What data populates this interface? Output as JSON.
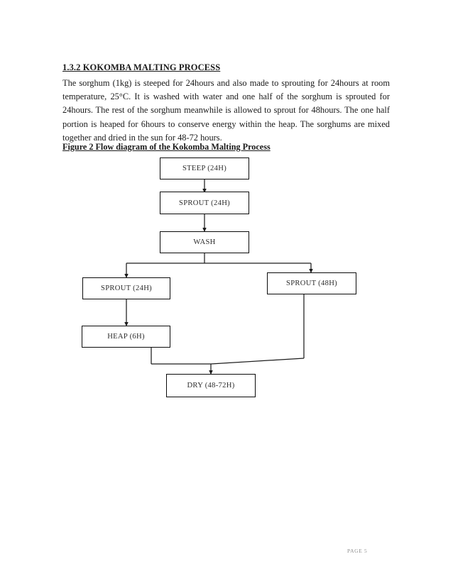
{
  "document": {
    "heading": "1.3.2 KOKOMBA MALTING PROCESS",
    "paragraph": "The sorghum (1kg) is steeped for 24hours and also made to sprouting for 24hours at room temperature, 25°C. It is washed with water and one half of the sorghum is sprouted for 24hours. The rest of the sorghum meanwhile is allowed to sprout for 48hours. The one half portion is heaped for 6hours to conserve energy within the heap. The sorghums are mixed together and dried in the sun for 48-72 hours.",
    "figure_caption": "Figure 2 Flow diagram of the Kokomba Malting Process",
    "footer": "PAGE 5"
  },
  "figure": {
    "nodes": [
      {
        "id": "steep",
        "label": "STEEP (24H)"
      },
      {
        "id": "sprout-24-top",
        "label": "SPROUT (24H)"
      },
      {
        "id": "wash",
        "label": "WASH"
      },
      {
        "id": "sprout-24-left",
        "label": "SPROUT (24H)"
      },
      {
        "id": "sprout-48",
        "label": "SPROUT (48H)"
      },
      {
        "id": "heap",
        "label": "HEAP (6H)"
      },
      {
        "id": "dry",
        "label": "DRY (48-72H)"
      }
    ],
    "line_color": "#1c1c1c"
  }
}
